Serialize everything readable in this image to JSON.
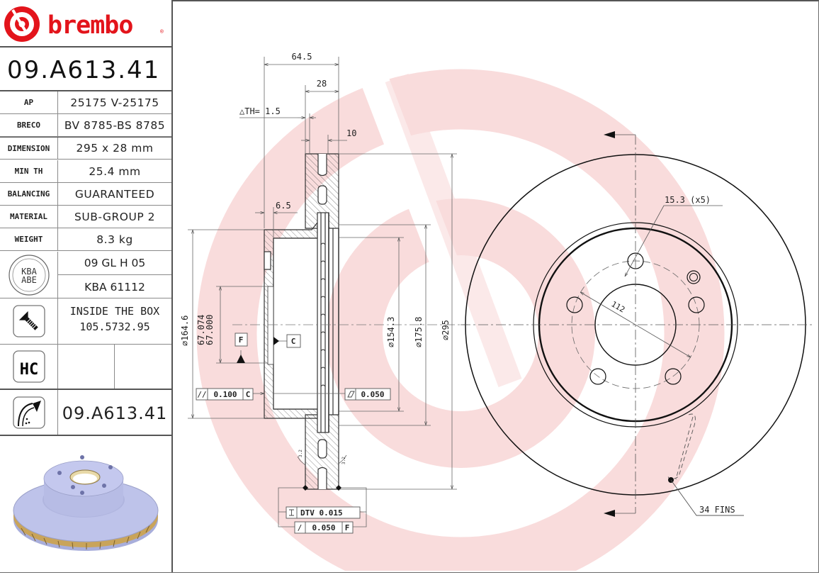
{
  "brand": {
    "name": "brembo",
    "registered_mark": "®",
    "color": "#e3141b"
  },
  "part_number": "09.A613.41",
  "specs": [
    {
      "label": "AP",
      "value": "25175 V-25175"
    },
    {
      "label": "BRECO",
      "value": "BV 8785-BS 8785"
    },
    {
      "label": "DIMENSION",
      "value": "295 x 28 mm"
    },
    {
      "label": "MIN TH",
      "value": "25.4 mm"
    },
    {
      "label": "BALANCING",
      "value": "GUARANTEED"
    },
    {
      "label": "MATERIAL",
      "value": "SUB-GROUP 2"
    },
    {
      "label": "WEIGHT",
      "value": "8.3 kg"
    }
  ],
  "certification": {
    "icon": "kba-abe-seal-icon",
    "seal_text_top": "KBA",
    "seal_text_bottom": "ABE",
    "values": [
      "09 GL H 05",
      "KBA 61112"
    ]
  },
  "screw": {
    "icon": "screw-icon",
    "line1": "INSIDE THE BOX",
    "line2": "105.5732.95"
  },
  "hc": {
    "icon": "hc-coating-icon",
    "label": "HC"
  },
  "disc_type": {
    "icon": "disc-caliper-icon",
    "part_number": "09.A613.41"
  },
  "product_image": {
    "icon": "brake-disc-3d-render",
    "disc_color": "#b9bfe6",
    "vent_color": "#c9a45a"
  },
  "drawing": {
    "watermark_color": "#f7d5d5",
    "section_view": {
      "overall_height_dim": "64.5",
      "thickness_dim": "28",
      "delta_th": "△TH= 1.5",
      "cheek_dim": "10",
      "hat_wall_dim": "6.5",
      "dia_164": "⌀164.6",
      "dia_centre_upper": "67.074",
      "dia_centre_lower": "67.000",
      "dia_centre_symbol": "⌀",
      "dia_154": "⌀154.3",
      "dia_175": "⌀175.8",
      "dia_295": "⌀295",
      "datum_f": "F",
      "datum_c": "C",
      "tol_parallel_symbol": "//",
      "tol_parallel_value": "0.100",
      "tol_parallel_ref": "C",
      "tol_flat_value": "0.050",
      "roughness_left": "3.2",
      "roughness_right": "3.2",
      "dtv_label": "DTV 0.015",
      "runout_symbol": "/",
      "runout_value": "0.050",
      "runout_ref": "F"
    },
    "front_view": {
      "bolt_holes": "15.3 (x5)",
      "pcd": "112",
      "fins": "34 FINS"
    }
  }
}
